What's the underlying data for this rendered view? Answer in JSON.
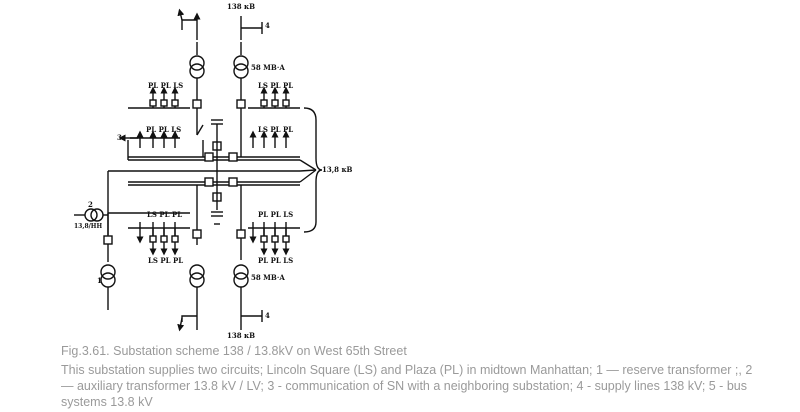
{
  "diagram": {
    "labels": {
      "kv138_top": "138 кВ",
      "kv138_bottom": "138 кВ",
      "supply_num_top": "4",
      "supply_num_bottom": "4",
      "mva_top": "58 МВ·А",
      "mva_bottom": "58 МВ·А",
      "bus_kv": "13,8 кВ",
      "aux_label": "13,8/НН",
      "aux_num": "2",
      "reserve_num": "1",
      "neighbor_num": "3",
      "feeders_upper_left": "PL PL LS",
      "feeders_upper_right": "LS PL PL",
      "feeders_mid_left": "PL PL LS",
      "feeders_mid_right": "LS PL PL",
      "feeders_lower_left": "LS PL PL",
      "feeders_lower_right": "PL PL LS",
      "feeders_bottom_left": "LS PL PL",
      "feeders_bottom_right": "PL PL LS"
    }
  },
  "caption": {
    "title": "Fig.3.61. Substation scheme 138 / 13.8kV on West 65th Street",
    "body": "This substation supplies two circuits; Lincoln Square (LS) and Plaza (PL) in midtown Manhattan; 1 — reserve transformer ;, 2 — auxiliary transformer 13.8 kV / LV; 3 - communication of SN with a neighboring substation; 4 - supply lines 138 kV; 5 - bus systems 13.8 kV"
  }
}
